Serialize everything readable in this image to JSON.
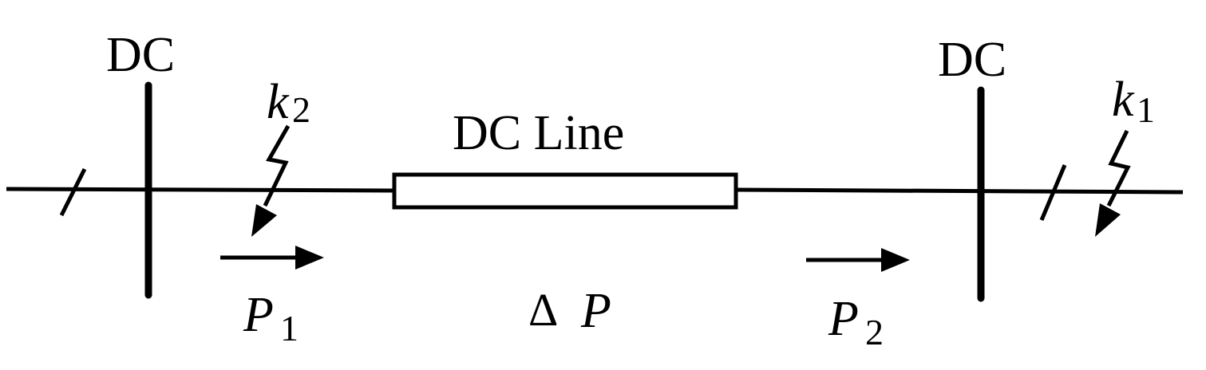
{
  "labels": {
    "left_bus": "DC",
    "right_bus": "DC",
    "line": "DC Line",
    "fault_left": {
      "var": "k",
      "sub": "2"
    },
    "fault_right": {
      "var": "k",
      "sub": "1"
    },
    "power_in": {
      "var": "P",
      "sub": "1"
    },
    "power_out": {
      "var": "P",
      "sub": "2"
    },
    "power_loss": {
      "delta": "Δ",
      "var": "P"
    }
  },
  "colors": {
    "stroke": "#000000",
    "background": "#ffffff"
  }
}
